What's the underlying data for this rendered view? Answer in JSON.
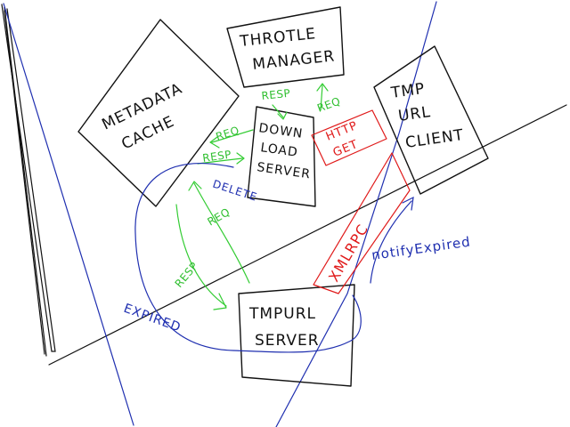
{
  "nodes": {
    "metadata_cache": {
      "line1": "METADATA",
      "line2": "CACHE"
    },
    "throttle_manager": {
      "line1": "THROTLE",
      "line2": "MANAGER"
    },
    "download_server": {
      "line1": "DOWN",
      "line2": "LOAD",
      "line3": "SERVER"
    },
    "tmpurl_client": {
      "line1": "TMP",
      "line2": "URL",
      "line3": "CLIENT"
    },
    "tmpurl_server": {
      "line1": "TMPURL",
      "line2": "SERVER"
    }
  },
  "edges": {
    "throttle_resp": "RESP",
    "throttle_req": "REQ",
    "cache_req": "REQ",
    "cache_resp": "RESP",
    "delete": "DELETE",
    "server_req": "REQ",
    "server_resp": "RESP",
    "http_get_line1": "HTTP",
    "http_get_line2": "GET",
    "xmlrpc": "XMLRPC",
    "notify_expired": "notifyExpired",
    "expired": "EXPIRED"
  },
  "colors": {
    "ink": "#111111",
    "green": "#33cc33",
    "red": "#e01a1a",
    "blue": "#1f2fb0"
  }
}
